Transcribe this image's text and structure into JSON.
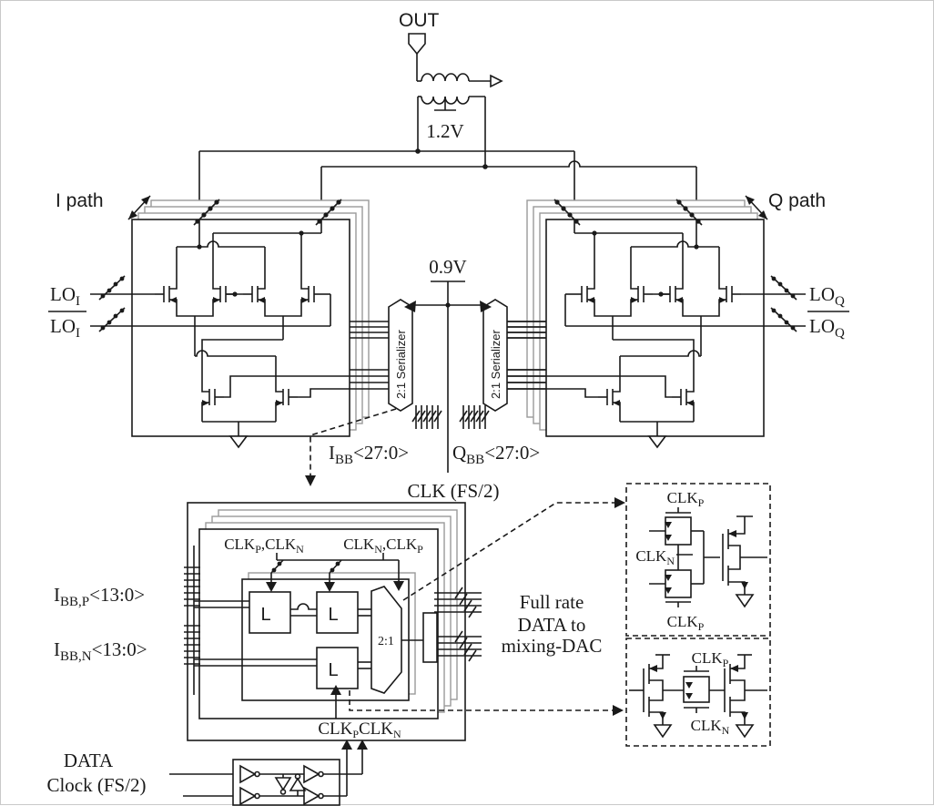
{
  "figure": {
    "type": "circuit-schematic",
    "description_note": "mixing-DAC transmitter schematic"
  },
  "output": {
    "label": "OUT"
  },
  "supplies": {
    "balun_center_tap": "1.2V",
    "serializer_supply": "0.9V"
  },
  "paths": {
    "i_label": "I path",
    "q_label": "Q path"
  },
  "lo": {
    "base": "LO",
    "i_sub": "I",
    "q_sub": "Q"
  },
  "serializers": {
    "label": "2:1 Serializer"
  },
  "buses": {
    "ibb27": {
      "base": "I",
      "sub": "BB",
      "range": "<27:0>"
    },
    "qbb27": {
      "base": "Q",
      "sub": "BB",
      "range": "<27:0>"
    },
    "ibbp": {
      "base": "I",
      "sub": "BB,P",
      "range": "<13:0>"
    },
    "ibbn": {
      "base": "I",
      "sub": "BB,N",
      "range": "<13:0>"
    }
  },
  "clocks": {
    "clk_fs2": "CLK (FS/2)",
    "clk_p": {
      "base": "CLK",
      "sub": "P"
    },
    "clk_n": {
      "base": "CLK",
      "sub": "N"
    },
    "clk_pn": {
      "p1": "CLK",
      "s1": "P",
      "p2": ",CLK",
      "s2": "N"
    },
    "clk_np": {
      "p1": "CLK",
      "s1": "N",
      "p2": ",CLK",
      "s2": "P"
    },
    "clk_pclkn": {
      "p1": "CLK",
      "s1": "P",
      "p2": "CLK",
      "s2": "N"
    },
    "data_in": "DATA",
    "clock_in": "Clock (FS/2)"
  },
  "latch_block": {
    "latch_label": "L",
    "mux_label": "2:1",
    "note_line1": "Full rate",
    "note_line2": "DATA to",
    "note_line3": "mixing-DAC"
  },
  "colors": {
    "ink": "#1a1a1a",
    "slice_gray": "#9a9a9a",
    "background": "#ffffff"
  }
}
